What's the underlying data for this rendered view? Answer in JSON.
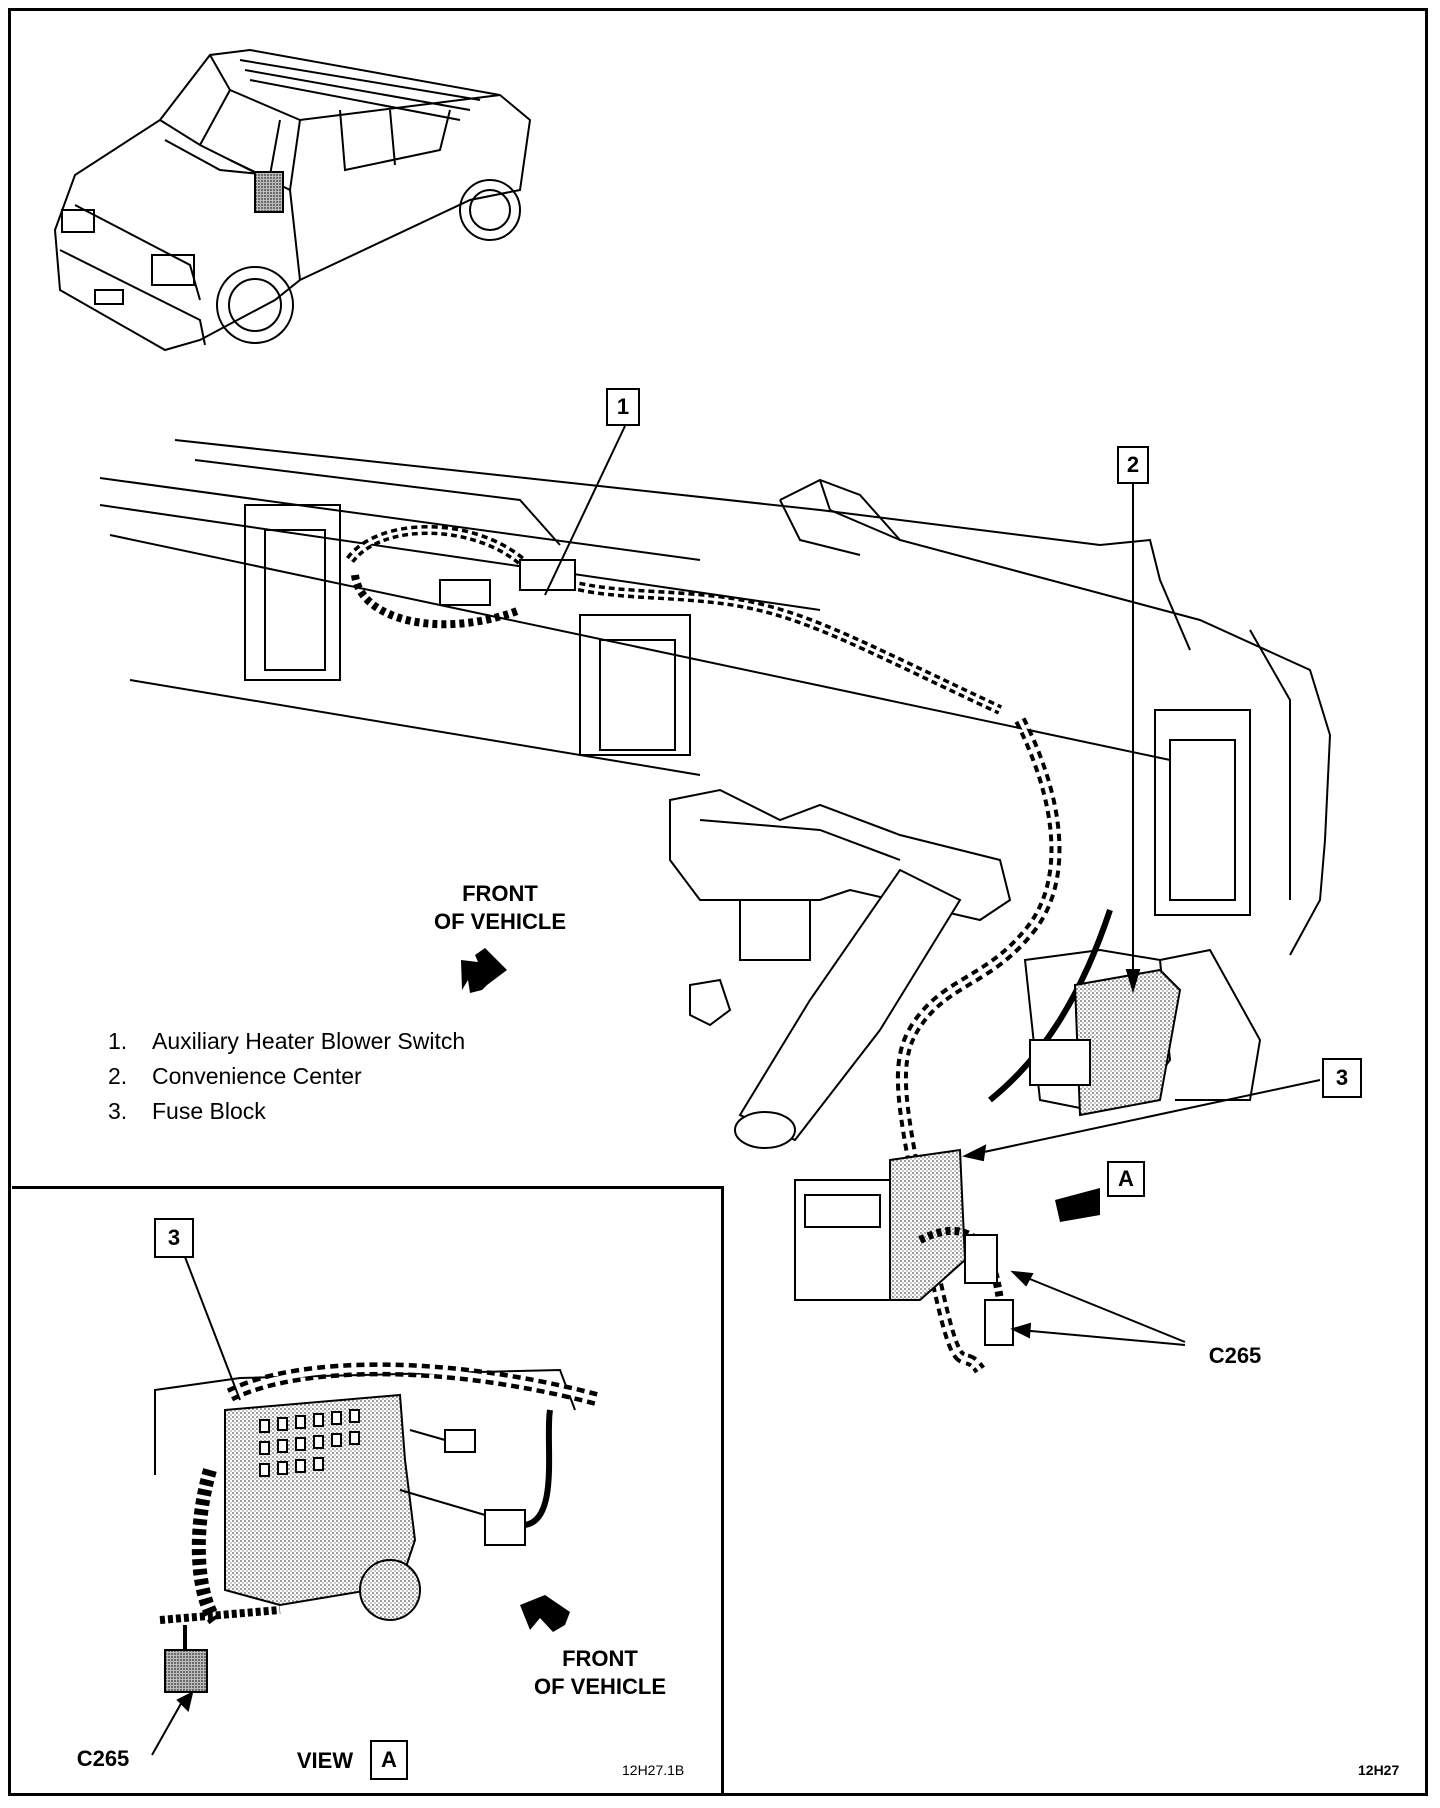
{
  "figure": {
    "figure_id": "12H27",
    "inset_figure_id": "12H27.1B"
  },
  "callouts": {
    "c1": "1",
    "c2": "2",
    "c3_main": "3",
    "c3_inset": "3",
    "view_marker": "A",
    "view_marker_inset": "A"
  },
  "labels": {
    "front_line1": "FRONT",
    "front_line2": "OF VEHICLE",
    "connector_main": "C265",
    "connector_inset": "C265",
    "view_label": "VIEW"
  },
  "legend": {
    "items": [
      {
        "num": "1.",
        "text": "Auxiliary Heater Blower Switch"
      },
      {
        "num": "2.",
        "text": "Convenience Center"
      },
      {
        "num": "3.",
        "text": "Fuse Block"
      }
    ]
  },
  "icons": {
    "front_arrow_main": "arrow-down-left",
    "front_arrow_inset": "arrow-up-left",
    "view_arrow": "arrow-left"
  }
}
